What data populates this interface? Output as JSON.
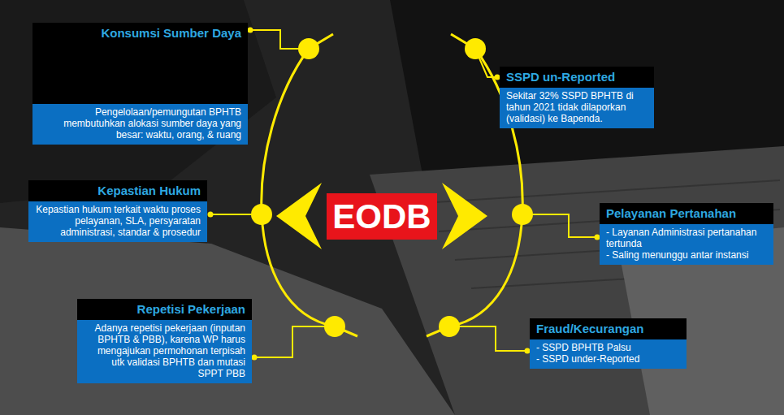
{
  "diagram": {
    "nodes": [
      {
        "text": [
          "Konsumsi Sumber Daya",
          "Pengelolaan/pemungutan BPHTB membutuhkan alokasi sumber daya yang besar: waktu, orang, & ruang"
        ]
      },
      {
        "text": [
          "SSPD un-Reported",
          "Sekitar 32% SSPD BPHTB di tahun 2021 tidak dilaporkan (validasi) ke Bapenda."
        ]
      },
      {
        "text": [
          "Kepastian Hukum",
          "Kepastian hukum terkait waktu proses pelayanan, SLA, persyaratan administrasi, standar & prosedur"
        ]
      },
      {
        "text": [
          "EODB"
        ]
      },
      {
        "text": [
          "Pelayanan Pertanahan",
          "- Layanan Administrasi pertanahan tertunda",
          "- Saling menunggu antar instansi"
        ]
      },
      {
        "text": [
          "Repetisi Pekerjaan",
          "Adanya repetisi pekerjaan (inputan BPHTB & PBB), karena WP harus mengajukan permohonan terpisah utk validasi BPHTB dan mutasi SPPT PBB"
        ]
      },
      {
        "text": [
          "Fraud/Kecurangan",
          "- SSPD BPHTB Palsu",
          "- SSPD under-Reported"
        ]
      }
    ]
  }
}
